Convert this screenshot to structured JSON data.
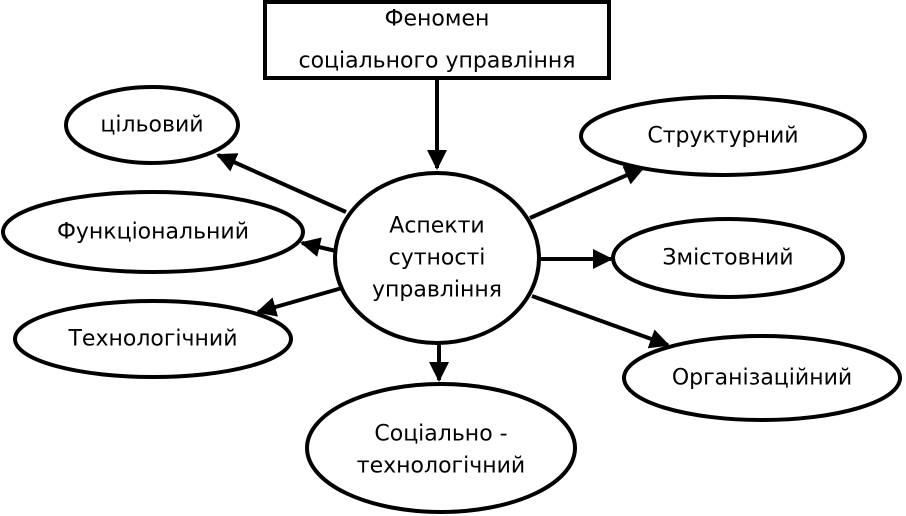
{
  "title": {
    "lines": [
      "Феномен",
      "соціального  управління"
    ]
  },
  "center": {
    "lines": [
      "Аспекти",
      "сутності",
      "управління"
    ]
  },
  "aspects": {
    "tsilovyi": "цільовий",
    "funktsionalnyi": "Функціональний",
    "tekhnolohichnyi": "Технологічний",
    "sotsialno_tekhnolohichnyi": [
      "Соціально -",
      "технологічний"
    ],
    "strukturnyi": "Структурний",
    "zmistovnyi": "Змістовний",
    "orhanizatsiinyi": "Організаційний"
  },
  "colors": {
    "stroke": "#000000",
    "fill": "#ffffff"
  }
}
